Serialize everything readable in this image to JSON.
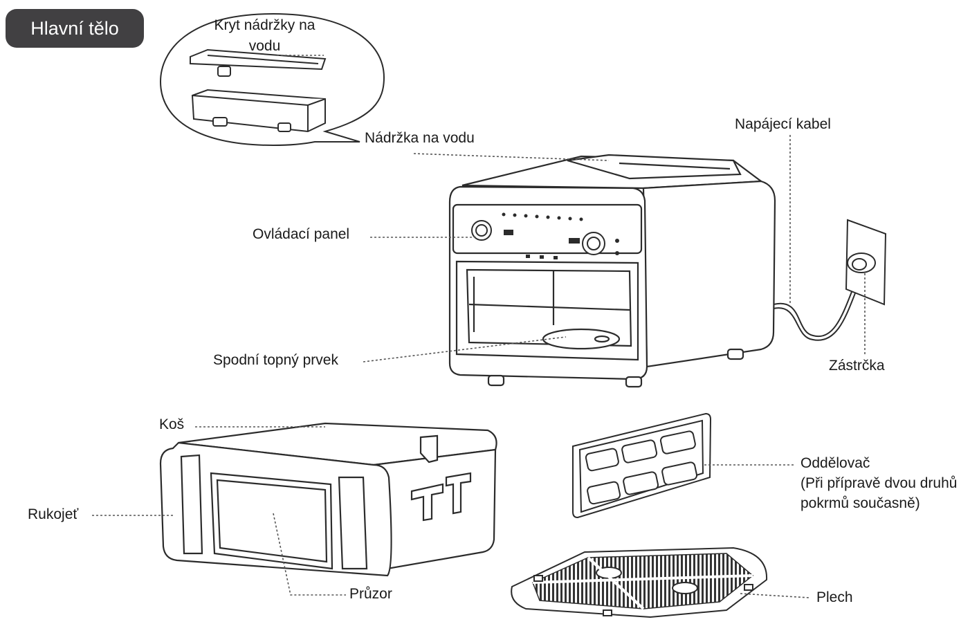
{
  "section_badge": "Hlavní tělo",
  "labels": {
    "tank_cover": [
      "Kryt nádržky na",
      "vodu"
    ],
    "water_tank": "Nádržka na vodu",
    "power_cable": "Napájecí kabel",
    "control_panel": "Ovládací panel",
    "plug": "Zástrčka",
    "bottom_heater": "Spodní topný prvek",
    "basket": "Koš",
    "handle": "Rukojeť",
    "divider": [
      "Oddělovač",
      "(Při přípravě dvou druhů",
      "pokrmů současně)"
    ],
    "window": "Průzor",
    "tray": "Plech"
  },
  "colors": {
    "badge_bg": "#414042",
    "line": "#2b2b2b",
    "leader": "#555555"
  }
}
